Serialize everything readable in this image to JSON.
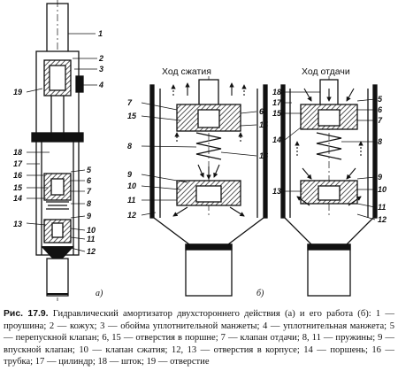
{
  "figure": {
    "headings": {
      "compression": "Ход сжатия",
      "rebound": "Ход отдачи"
    },
    "sublabels": {
      "a": "а)",
      "b": "б)"
    },
    "left_labels": {
      "l1": "1",
      "l2": "2",
      "l3": "3",
      "l4": "4",
      "l19": "19",
      "l18": "18",
      "l17": "17",
      "l16": "16",
      "l15": "15",
      "l14": "14",
      "l13": "13",
      "l5": "5",
      "l6": "6",
      "l7": "7",
      "l8": "8",
      "l9": "9",
      "l10": "10",
      "l11": "11",
      "l12": "12"
    },
    "mid_labels": {
      "l7": "7",
      "l15": "15",
      "l6": "6",
      "l14": "14",
      "l8": "8",
      "l16": "16",
      "l9": "9",
      "l10": "10",
      "l11": "11",
      "l12": "12"
    },
    "right_labels": {
      "l18": "18",
      "l17": "17",
      "l15": "15",
      "l14": "14",
      "l13": "13",
      "l5": "5",
      "l6": "6",
      "l7": "7",
      "l8": "8",
      "l9": "9",
      "l10": "10",
      "l11": "11",
      "l12": "12"
    }
  },
  "caption": {
    "label": "Рис. 17.9.",
    "text": " Гидравлический амортизатор двухстороннего действия (а) и его работа (б): 1 — проушина; 2 — кожух; 3 — обойма уплотнительной манжеты; 4 — уплотнительная манжета; 5 — перепускной клапан; 6, 15 — отверстия в поршне; 7 — клапан отдачи; 8, 11 — пружины; 9 — впускной клапан; 10 — клапан сжатия; 12, 13 — отверстия в корпусе; 14 — поршень; 16 — трубка; 17 — цилиндр; 18 — шток; 19 — отверстие"
  }
}
